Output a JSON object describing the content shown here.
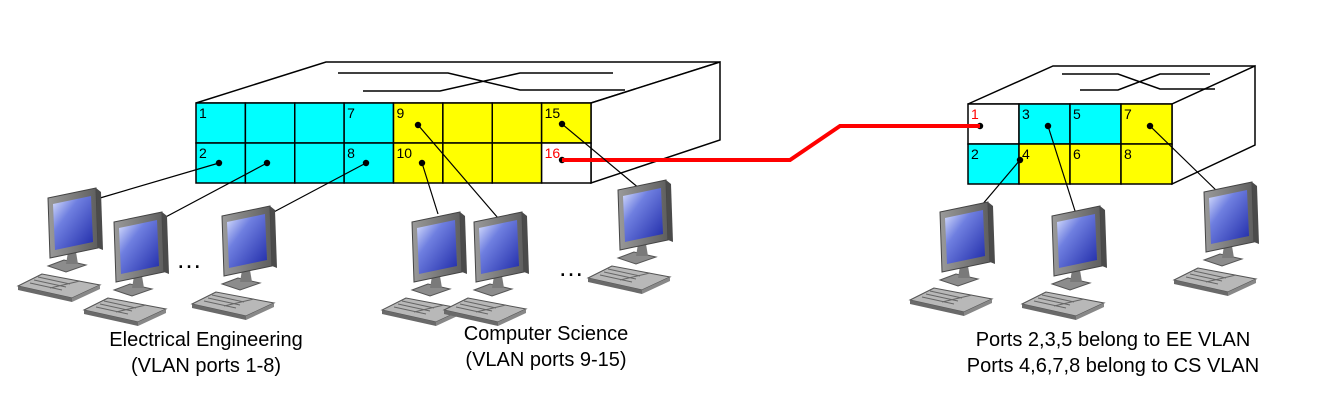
{
  "colors": {
    "ee_vlan": "#00ffff",
    "cs_vlan": "#ffff00",
    "trunk": "#ff0000",
    "trunk_port": "#ffffff",
    "trunk_label": "#ff0000"
  },
  "switch_left": {
    "ports": [
      {
        "id": 1,
        "label": "1",
        "vlan": "ee"
      },
      {
        "id": 2,
        "label": "",
        "vlan": "ee"
      },
      {
        "id": 3,
        "label": "",
        "vlan": "ee"
      },
      {
        "id": 4,
        "label": "7",
        "vlan": "ee"
      },
      {
        "id": 5,
        "label": "9",
        "vlan": "cs"
      },
      {
        "id": 6,
        "label": "",
        "vlan": "cs"
      },
      {
        "id": 7,
        "label": "",
        "vlan": "cs"
      },
      {
        "id": 8,
        "label": "15",
        "vlan": "cs"
      },
      {
        "id": 9,
        "label": "2",
        "vlan": "ee"
      },
      {
        "id": 10,
        "label": "",
        "vlan": "ee"
      },
      {
        "id": 11,
        "label": "",
        "vlan": "ee"
      },
      {
        "id": 12,
        "label": "8",
        "vlan": "ee"
      },
      {
        "id": 13,
        "label": "10",
        "vlan": "cs"
      },
      {
        "id": 14,
        "label": "",
        "vlan": "cs"
      },
      {
        "id": 15,
        "label": "",
        "vlan": "cs"
      },
      {
        "id": 16,
        "label": "16",
        "vlan": "trunk"
      }
    ]
  },
  "switch_right": {
    "ports": [
      {
        "id": 1,
        "label": "1",
        "vlan": "trunk"
      },
      {
        "id": 2,
        "label": "3",
        "vlan": "ee"
      },
      {
        "id": 3,
        "label": "5",
        "vlan": "ee"
      },
      {
        "id": 4,
        "label": "7",
        "vlan": "cs"
      },
      {
        "id": 5,
        "label": "2",
        "vlan": "ee"
      },
      {
        "id": 6,
        "label": "4",
        "vlan": "cs"
      },
      {
        "id": 7,
        "label": "6",
        "vlan": "cs"
      },
      {
        "id": 8,
        "label": "8",
        "vlan": "cs"
      }
    ]
  },
  "ellipsis_text": "…",
  "captions": {
    "ee_line1": "Electrical Engineering",
    "ee_line2": "(VLAN ports 1-8)",
    "cs_line1": "Computer Science",
    "cs_line2": "(VLAN ports 9-15)",
    "right_line1": "Ports 2,3,5 belong to EE VLAN",
    "right_line2": "Ports 4,6,7,8 belong to CS VLAN"
  },
  "icons": {
    "host": "desktop-computer-icon",
    "switch": "ethernet-switch-icon"
  }
}
